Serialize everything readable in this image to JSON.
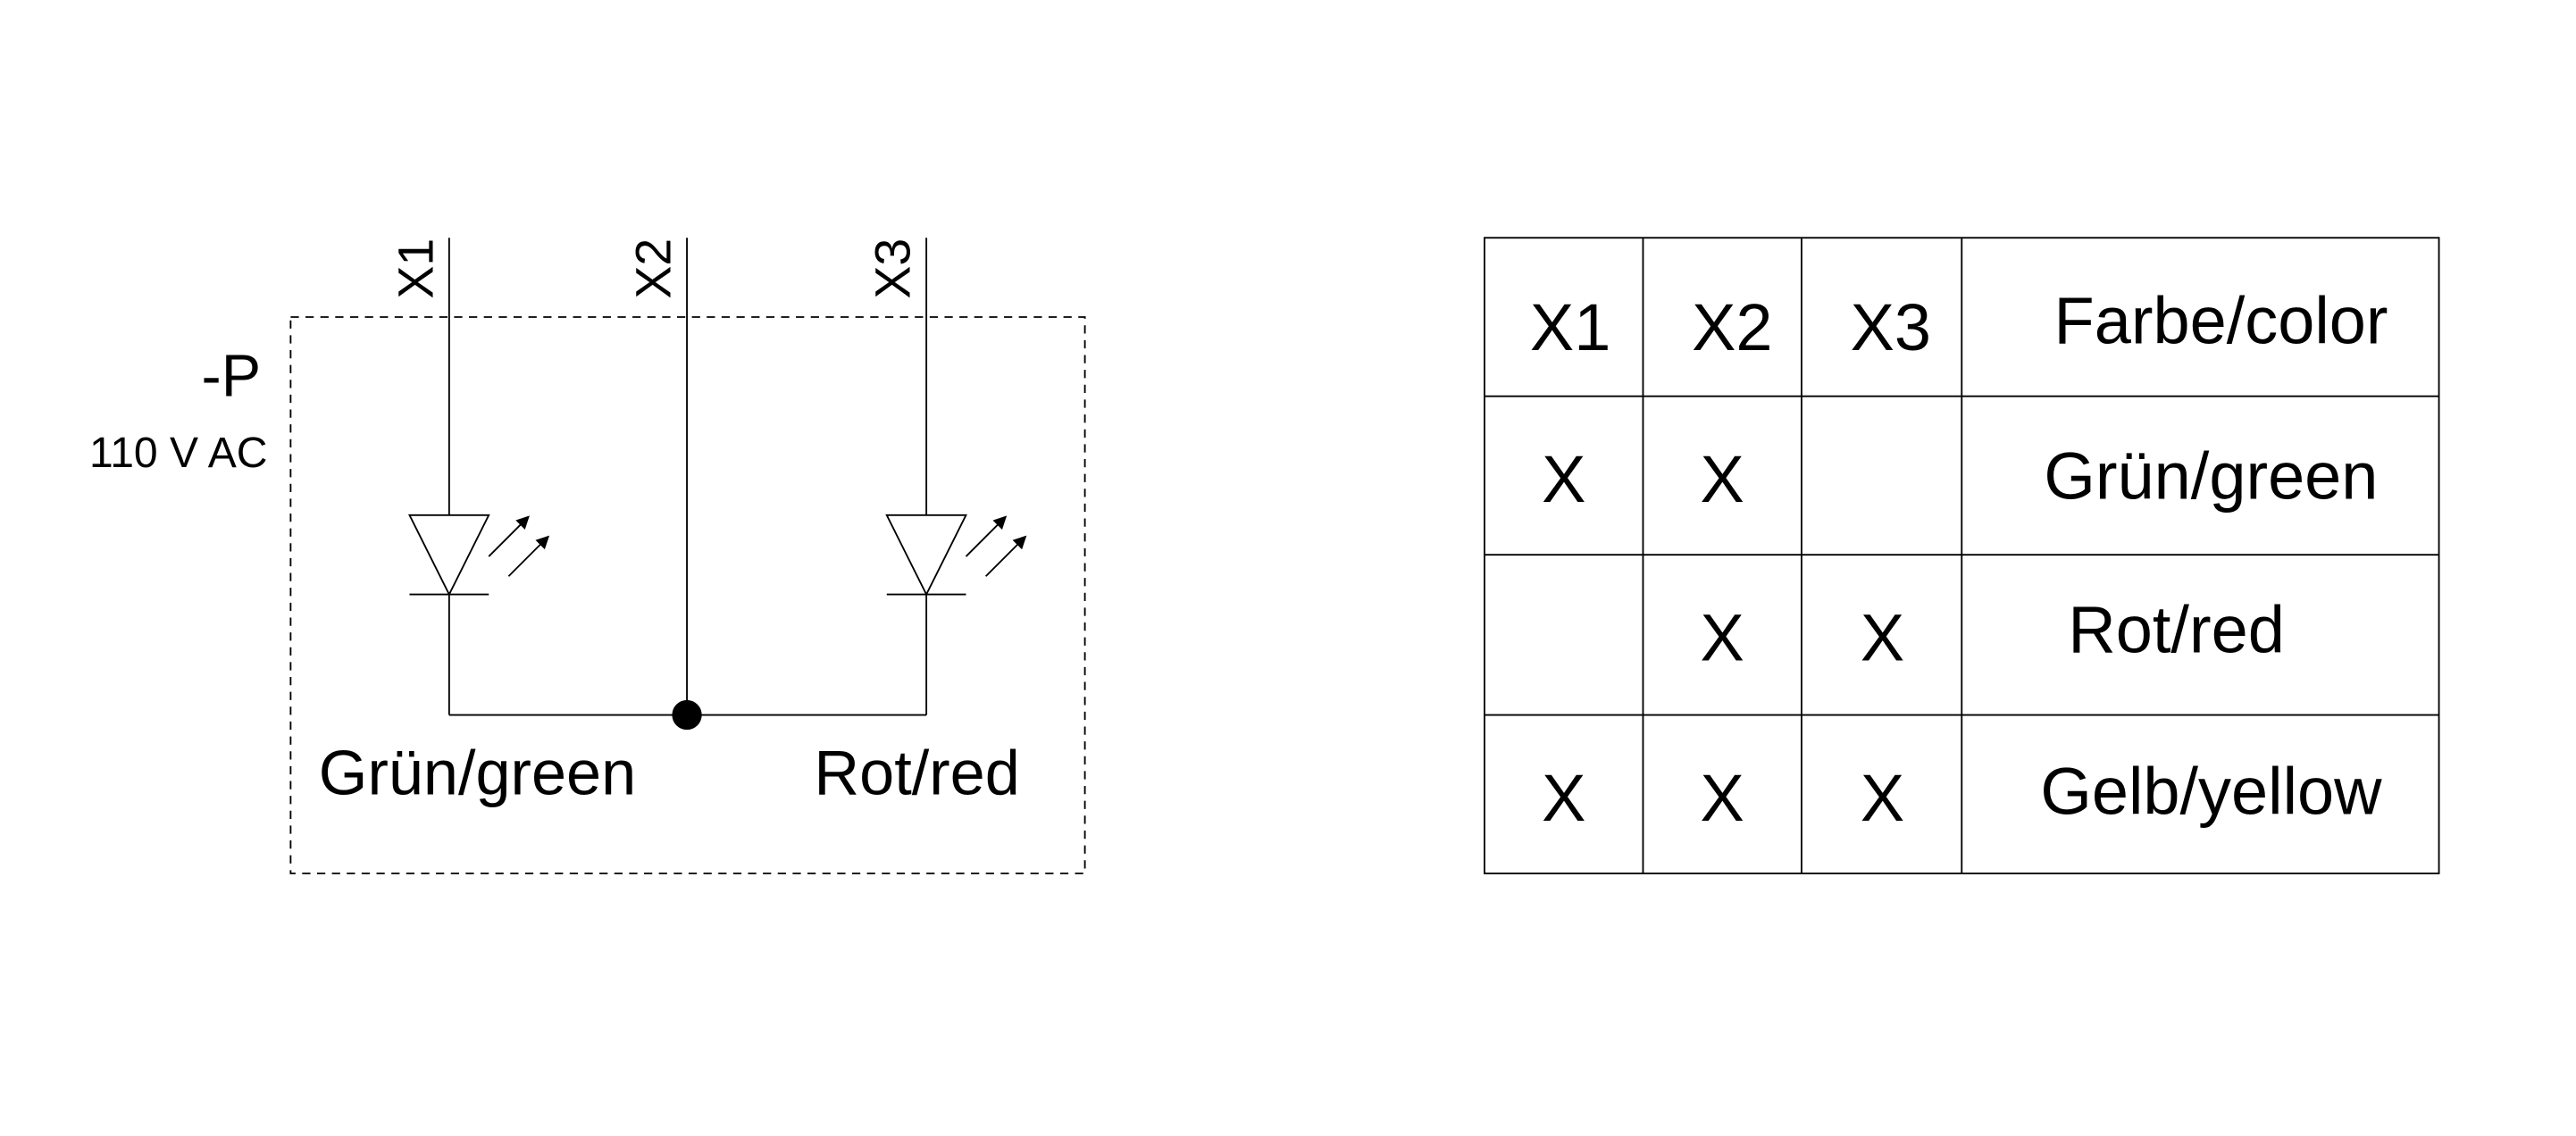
{
  "schematic": {
    "device_label": "-P",
    "voltage": "110 V AC",
    "terminals": [
      "X1",
      "X2",
      "X3"
    ],
    "led_labels": [
      "Grün/green",
      "Rot/red"
    ]
  },
  "table": {
    "headers": [
      "X1",
      "X2",
      "X3",
      "Farbe/color"
    ],
    "rows": [
      {
        "x1": "X",
        "x2": "X",
        "x3": "",
        "color": "Grün/green"
      },
      {
        "x1": "",
        "x2": "X",
        "x3": "X",
        "color": "Rot/red"
      },
      {
        "x1": "X",
        "x2": "X",
        "x3": "X",
        "color": "Gelb/yellow"
      }
    ]
  }
}
